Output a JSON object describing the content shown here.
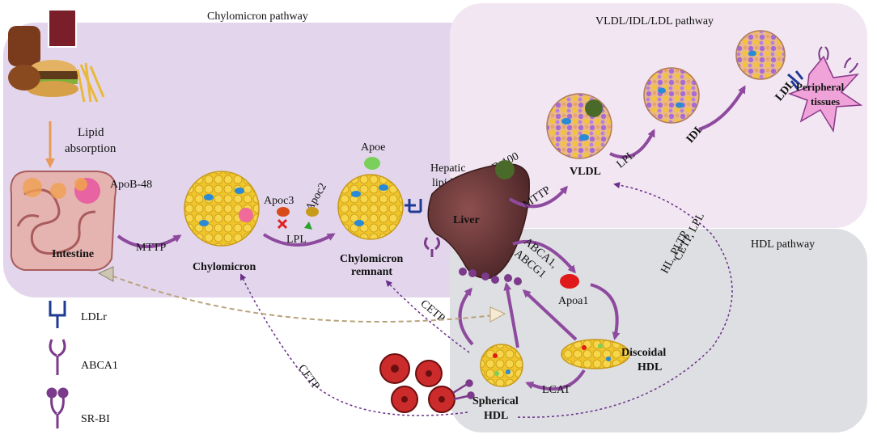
{
  "panels": {
    "chylomicron": "Chylomicron pathway",
    "vldl": "VLDL/IDL/LDL  pathway",
    "hdl": "HDL  pathway"
  },
  "labels": {
    "lipid_absorption_1": "Lipid",
    "lipid_absorption_2": "absorption",
    "apob48": "ApoB-48",
    "intestine": "Intestine",
    "mttp_1": "MTTP",
    "chylomicron": "Chylomicron",
    "apoc3": "Apoc3",
    "apoc2": "Apoc2",
    "lpl_1": "LPL",
    "apoe": "Apoe",
    "remnant_1": "Chylomicron",
    "remnant_2": "remnant",
    "hepatic_1": "Hepatic",
    "hepatic_2": "lipids",
    "apob100": "ApoB-100",
    "liver": "Liver",
    "mttp_2": "MTTP",
    "vldl": "VLDL",
    "lpl_2": "LPL",
    "idl": "IDL",
    "ldl": "LDL",
    "peripheral_1": "Peripheral",
    "peripheral_2": "tissues",
    "abca1_abcg1_1": "ABCA1,",
    "abca1_abcg1_2": "ABCG1",
    "apoa1": "Apoa1",
    "cetp_lpl_1": "CETP, LPL",
    "cetp_lpl_2": "HL, PLTP",
    "discoidal_1": "Discoidal",
    "discoidal_2": "HDL",
    "spherical_1": "Spherical",
    "spherical_2": "HDL",
    "lcat": "LCAT",
    "cetp_1": "CETP",
    "cetp_2": "CETP"
  },
  "legend": [
    {
      "label": "LDLr",
      "icon": "ldlr-receptor-icon"
    },
    {
      "label": "ABCA1",
      "icon": "abca1-transporter-icon"
    },
    {
      "label": "SR-BI",
      "icon": "srbi-receptor-icon"
    }
  ],
  "colors": {
    "chylo_panel": "#e3d6ec",
    "vldl_panel": "#f1e6f2",
    "hdl_panel": "#dedfe2",
    "arrow": "#8e4a9e",
    "particle": "#f1c21d",
    "receptor_blue": "#1f3a93",
    "receptor_purple": "#7b3a8a",
    "liver": "#6b3a3a",
    "rbc": "#cc2b2b"
  }
}
